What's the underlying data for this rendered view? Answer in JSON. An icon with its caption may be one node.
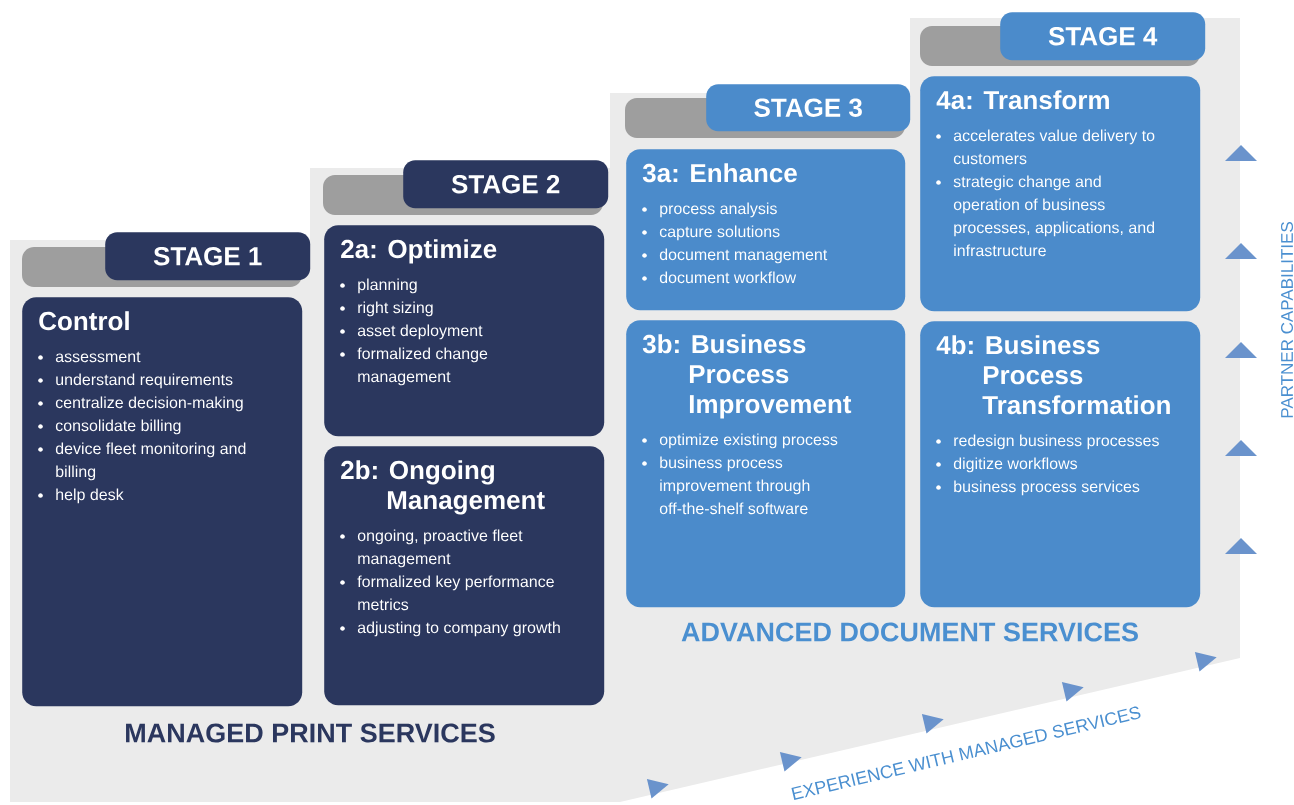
{
  "diagram": {
    "nodes": [
      {
        "text": [
          "STAGE 1"
        ]
      },
      {
        "text": [
          "Control",
          "assessment",
          "understand requirements",
          "centralize decision-making",
          "consolidate billing",
          "device fleet monitoring and billing",
          "help desk"
        ]
      },
      {
        "text": [
          "STAGE 2"
        ]
      },
      {
        "text": [
          "2a: Optimize",
          "planning",
          "right sizing",
          "asset deployment",
          "formalized change management"
        ]
      },
      {
        "text": [
          "2b: Ongoing Management",
          "ongoing, proactive fleet management",
          "formalized key performance metrics",
          "adjusting to company growth"
        ]
      },
      {
        "text": [
          "STAGE 3"
        ]
      },
      {
        "text": [
          "3a: Enhance",
          "process analysis",
          "capture solutions",
          "document management",
          "document workflow"
        ]
      },
      {
        "text": [
          "3b: Business Process Improvement",
          "optimize existing process",
          "business process improvement through off-the-shelf software"
        ]
      },
      {
        "text": [
          "STAGE 4"
        ]
      },
      {
        "text": [
          "4a: Transform",
          "accelerates value delivery to customers",
          "strategic change and operation of business processes, applications, and infrastructure"
        ]
      },
      {
        "text": [
          "4b: Business Process Transformation",
          "redesign business processes",
          "digitize workflows",
          "business process services"
        ]
      }
    ],
    "labels": [
      "MANAGED PRINT SERVICES",
      "ADVANCED DOCUMENT SERVICES",
      "PARTNER CAPABILITIES",
      "EXPERIENCE WITH MANAGED SERVICES"
    ]
  }
}
